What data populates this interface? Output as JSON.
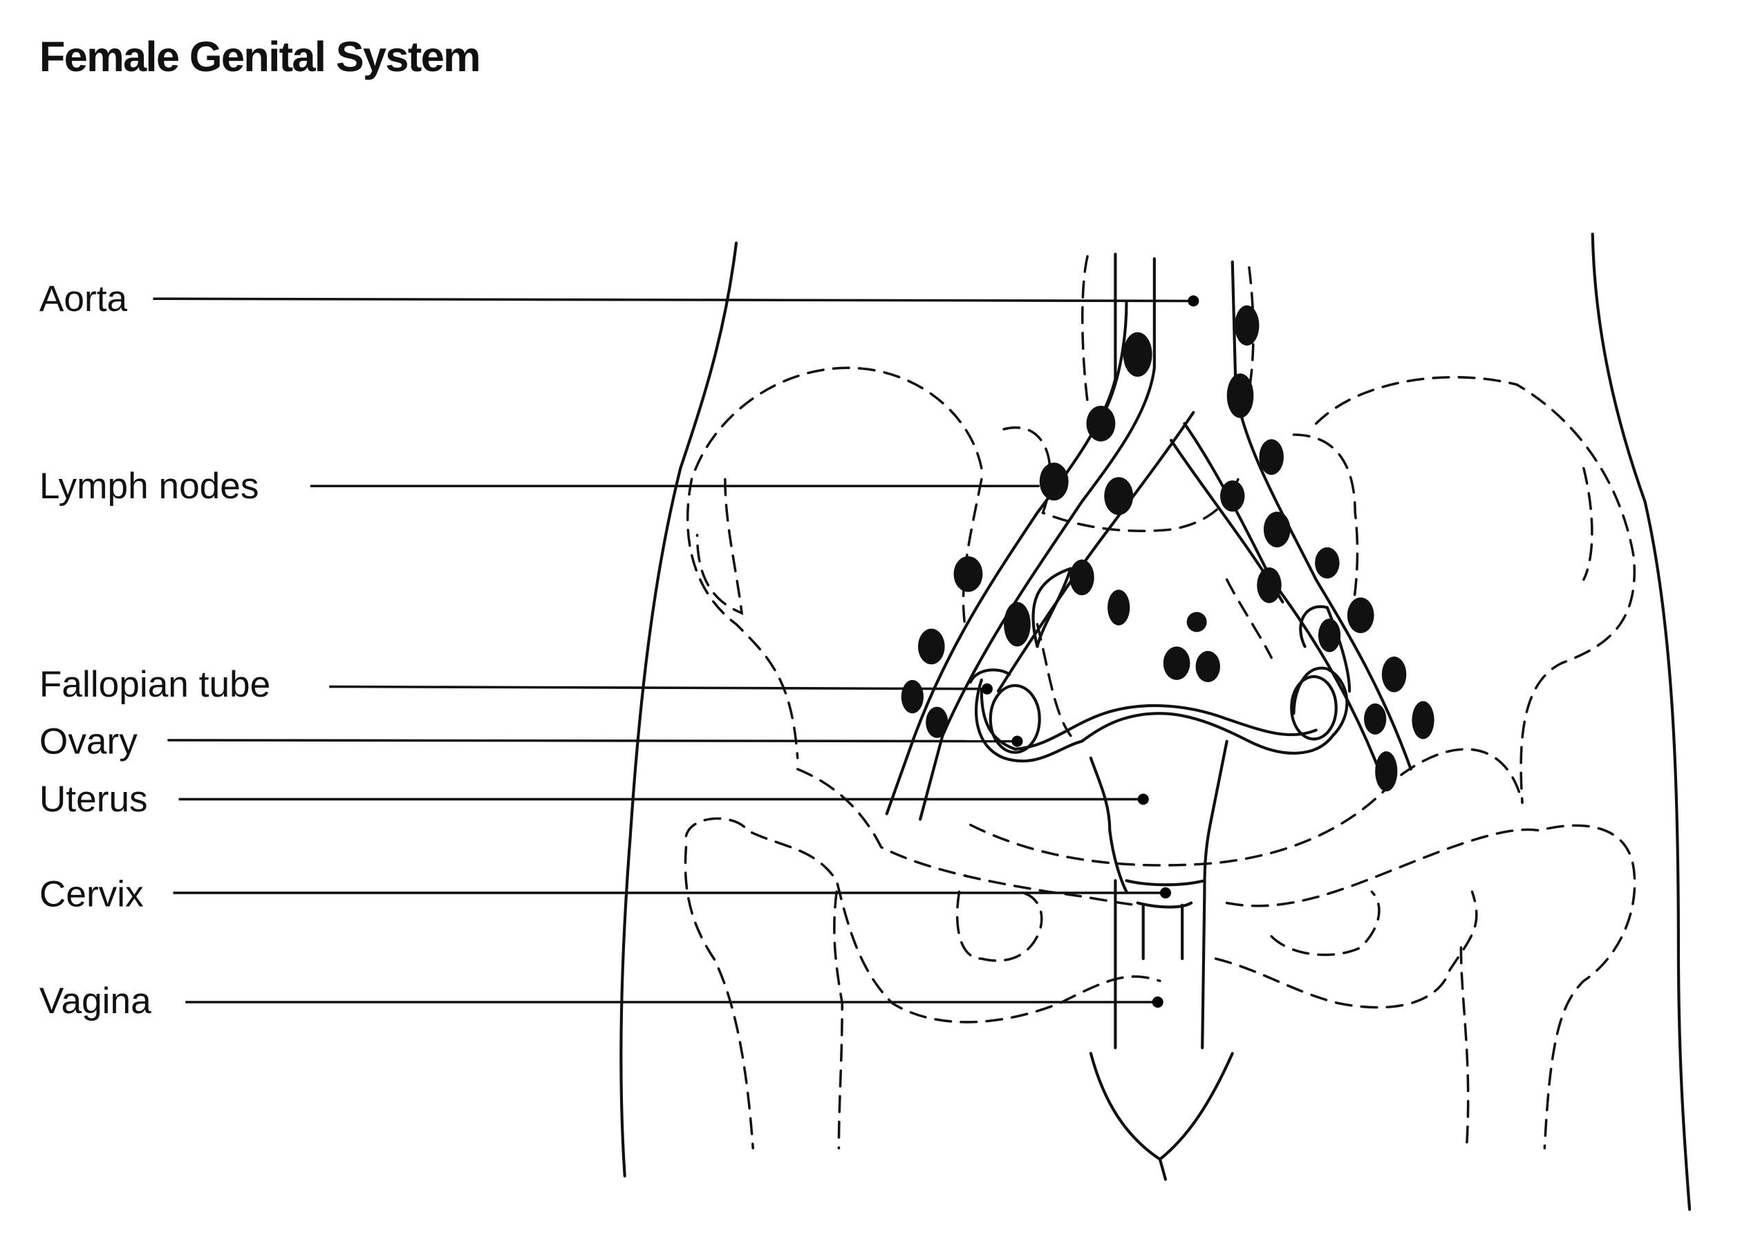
{
  "title": "Female Genital System",
  "labels": [
    {
      "id": "aorta",
      "text": "Aorta"
    },
    {
      "id": "lymph-nodes",
      "text": "Lymph nodes"
    },
    {
      "id": "fallopian-tube",
      "text": "Fallopian tube"
    },
    {
      "id": "ovary",
      "text": "Ovary"
    },
    {
      "id": "uterus",
      "text": "Uterus"
    },
    {
      "id": "cervix",
      "text": "Cervix"
    },
    {
      "id": "vagina",
      "text": "Vagina"
    }
  ]
}
